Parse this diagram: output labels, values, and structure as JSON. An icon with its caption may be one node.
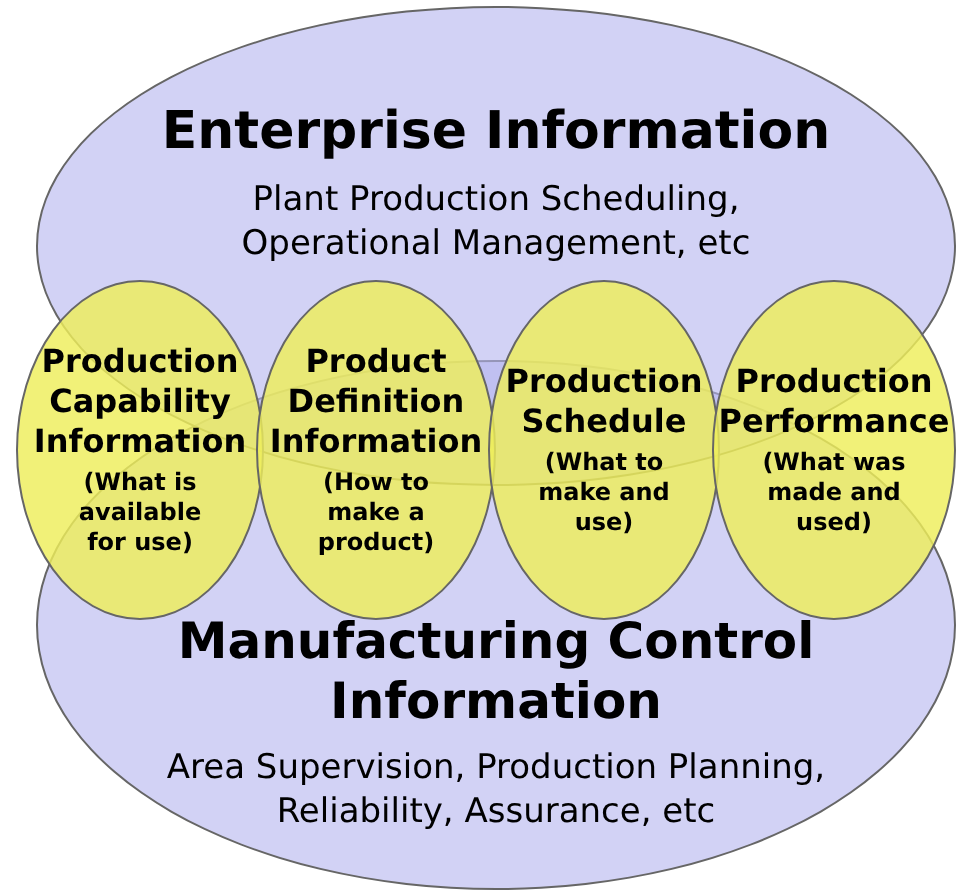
{
  "diagram": {
    "nodes": [
      {
        "text": [
          "Enterprise Information",
          "Plant Production Scheduling, Operational Management, etc"
        ]
      },
      {
        "text": [
          "Production Capability Information",
          "(What is available for use)"
        ]
      },
      {
        "text": [
          "Product Definition Information",
          "(How to make a product)"
        ]
      },
      {
        "text": [
          "Production Schedule",
          "(What to make and use)"
        ]
      },
      {
        "text": [
          "Production Performance",
          "(What was made and used)"
        ]
      },
      {
        "text": [
          "Manufacturing Control Information",
          "Area Supervision, Production Planning, Reliability, Assurance, etc"
        ]
      }
    ]
  }
}
